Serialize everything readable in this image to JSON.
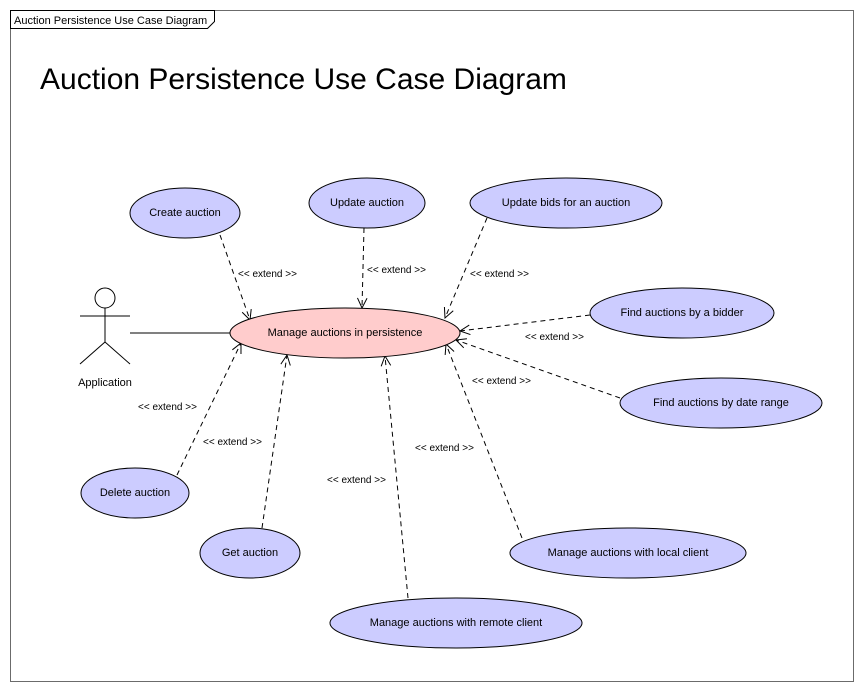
{
  "frame": {
    "tab_label": "Auction Persistence Use Case Diagram",
    "title": "Auction Persistence Use Case Diagram"
  },
  "actor": {
    "name": "Application"
  },
  "main_use_case": {
    "label": "Manage auctions in persistence"
  },
  "stereotype": "<< extend >>",
  "use_cases": [
    {
      "id": "create",
      "label": "Create auction"
    },
    {
      "id": "update",
      "label": "Update auction"
    },
    {
      "id": "bids",
      "label": "Update bids for an auction"
    },
    {
      "id": "bidder",
      "label": "Find auctions by a bidder"
    },
    {
      "id": "daterange",
      "label": "Find auctions by date range"
    },
    {
      "id": "local",
      "label": "Manage auctions with local client"
    },
    {
      "id": "remote",
      "label": "Manage auctions with remote client"
    },
    {
      "id": "get",
      "label": "Get auction"
    },
    {
      "id": "delete",
      "label": "Delete auction"
    }
  ],
  "colors": {
    "use_case_fill": "#ccccff",
    "main_use_case_fill": "#ffcccc"
  }
}
